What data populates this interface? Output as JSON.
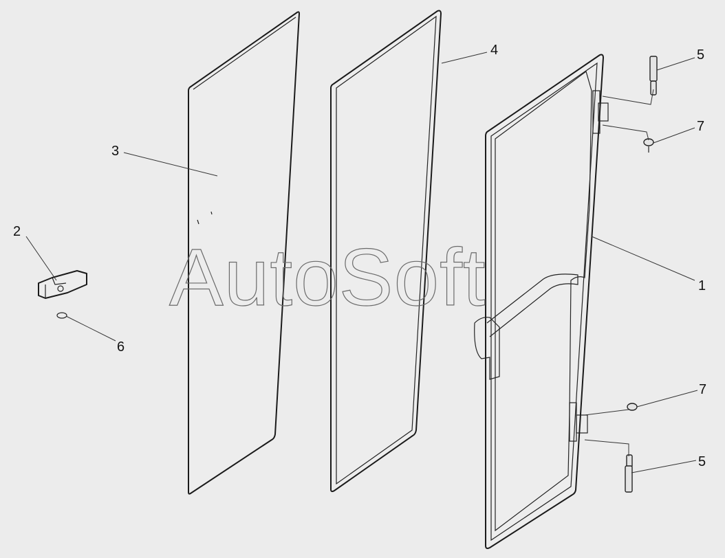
{
  "watermark": "AutoSoft",
  "callouts": {
    "c1": "1",
    "c2": "2",
    "c3": "3",
    "c4": "4",
    "c5a": "5",
    "c5b": "5",
    "c6": "6",
    "c7a": "7",
    "c7b": "7"
  },
  "colors": {
    "background": "#ececec",
    "line": "#1a1a1a"
  }
}
